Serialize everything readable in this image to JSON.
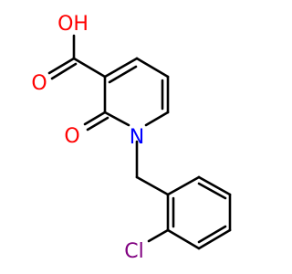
{
  "molecule": {
    "atom_labels": {
      "hydroxyl": "OH",
      "carbonyl_acid": "O",
      "carbonyl_ring": "O",
      "nitrogen": "N",
      "chlorine": "Cl"
    },
    "colors": {
      "bond": "#000000",
      "oxygen": "#ff0000",
      "nitrogen": "#0000ff",
      "chlorine": "#800080"
    }
  }
}
